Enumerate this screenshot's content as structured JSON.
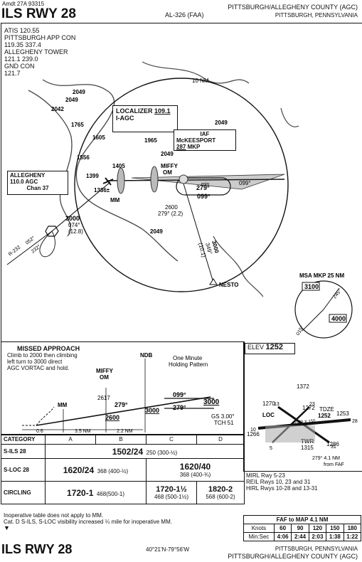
{
  "header": {
    "amdt": "Amdt 27A  93315",
    "title": "ILS RWY 28",
    "doc_id": "AL-326 (FAA)",
    "airport": "PITTSBURGH/ALLEGHENY COUNTY (AGC)",
    "city": "PITTSBURGH, PENNSYLVANIA"
  },
  "comms": [
    "ATIS 120.55",
    "PITTSBURGH APP CON",
    "119.35 337.4",
    "ALLEGHENY TOWER",
    "121.1 239.0",
    "GND CON",
    "121.7"
  ],
  "plan": {
    "dme_ring": "10 NM",
    "localizer_label": "LOCALIZER",
    "localizer_freq": "109.1",
    "localizer_ident": "I-AGC",
    "iaf": "IAF",
    "iaf_name": "McKEESPORT",
    "mkp_freq": "287",
    "mkp_ident": "MKP",
    "allegheny_name": "ALLEGHENY",
    "allegheny_freq": "110.0 AGC",
    "allegheny_chan": "Chan 37",
    "miffy": "MIFFY",
    "om": "OM",
    "mm": "MM",
    "nesto": "NESTO",
    "course_in": "279°",
    "course_out": "099°",
    "course_099_tail": "099°",
    "hold_min": "1",
    "hold_min_unit": "min",
    "alt_2600": "2600",
    "crs_2600": "279° (2.2)",
    "alt_3000": "3000",
    "crs_074": "074°",
    "dist_128": "(12.8)",
    "r232": "R-232",
    "r052": "052°",
    "r232b": "232°",
    "nesto_alt": "3000",
    "nesto_crs": "349°",
    "nesto_dist": "(10.1)",
    "elevations": [
      "2049",
      "2049",
      "2042",
      "1765",
      "1605",
      "1556",
      "1965",
      "2049",
      "2049",
      "1399",
      "1405",
      "1336±",
      "2049"
    ]
  },
  "msa": {
    "label": "MSA MKP 25 NM",
    "alt_a": "3100",
    "alt_b": "4000",
    "brg_a": "245°",
    "brg_b": "015°"
  },
  "profile": {
    "missed_title": "MISSED APPROACH",
    "missed_text": [
      "Climb to 2000 then climbing",
      "left turn to 3000 direct",
      "AGC VORTAC and hold."
    ],
    "ndb": "NDB",
    "hold_text": [
      "One Minute",
      "Holding Pattern"
    ],
    "miffy": "MIFFY",
    "om": "OM",
    "mm": "MM",
    "alt_2617": "2617",
    "crs_279a": "279°",
    "alt_2600": "2600",
    "alt_3000a": "3000",
    "crs_099": "099°",
    "crs_279b": "279°",
    "alt_3000b": "3000",
    "gs": "GS 3.00°",
    "tch": "TCH 51",
    "d1": "0.6",
    "d2": "3.5 NM",
    "d3": "2.2 NM"
  },
  "minima": {
    "headers": [
      "CATEGORY",
      "A",
      "B",
      "C",
      "D"
    ],
    "sils": {
      "label": "S-ILS 28",
      "big": "1502/24",
      "small": "250 (300-½)"
    },
    "sloc": {
      "label": "S-LOC 28",
      "ab_big": "1620/24",
      "ab_small": "368 (400-½)",
      "cd_big": "1620/40",
      "cd_small": "368 (400-¾)"
    },
    "circ": {
      "label": "CIRCLING",
      "a_big": "1720-1",
      "a_small": "468(500-1)",
      "b_big": "1720-1½",
      "b_small": "468 (500-1½)",
      "d_big": "1820-2",
      "d_small": "568 (600-2)"
    },
    "notes": [
      "Inoperative table does not apply to MM.",
      "Cat. D S-ILS, S-LOC visibility increased ¼ mile for inoperative MM."
    ]
  },
  "airport": {
    "elev_label": "ELEV",
    "elev": "1252",
    "e1372": "1372",
    "e1270": "1270",
    "e1272": "1272",
    "tdze": "TDZE",
    "tdze_val": "1252",
    "e1253": "1253",
    "e1266": "1266",
    "e1286": "1286",
    "e1315": "1315",
    "loc": "LOC",
    "twr": "TWR",
    "rwy_dims": "6500 X 150",
    "rwy_28": "28",
    "rwy_10": "10",
    "rwy_5": "5",
    "rwy_23": "23",
    "rwy_13": "13",
    "rwy_31": "31",
    "faf_note": [
      "279° 4.1 NM",
      "from FAF"
    ],
    "lights": [
      "MIRL Rwy 5-23",
      "REIL Rwys 10, 23 and 31",
      "HIRL Rwys 10-28 and 13-31"
    ]
  },
  "faf": {
    "title": "FAF to MAP 4.1 NM",
    "row1": [
      "Knots",
      "60",
      "90",
      "120",
      "150",
      "180"
    ],
    "row2": [
      "Min:Sec",
      "4:06",
      "2:44",
      "2:03",
      "1:38",
      "1:22"
    ]
  },
  "footer": {
    "title": "ILS RWY 28",
    "coords": "40°21'N-79°56'W",
    "city": "PITTSBURGH, PENNSYLVANIA",
    "airport": "PITTSBURGH/ALLEGHENY COUNTY (AGC)"
  }
}
